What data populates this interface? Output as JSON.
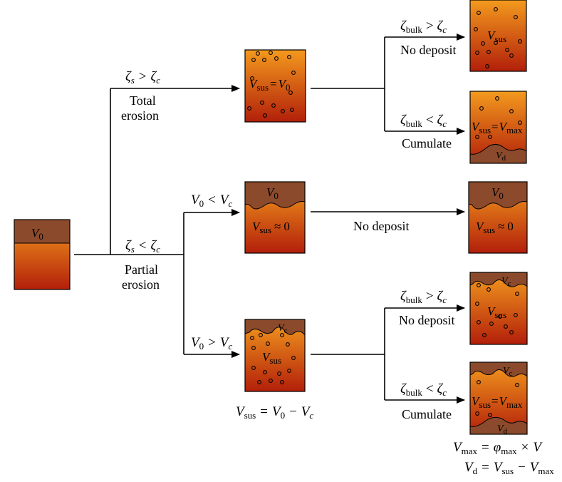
{
  "colors": {
    "fluid_top": "#f39a1e",
    "fluid_bottom": "#b21f0a",
    "bed": "#8b4a2b",
    "outline": "#000000",
    "line": "#000000"
  },
  "branches": {
    "total": {
      "condition": {
        "zeta": "ζ",
        "sub": "s",
        "op": ">",
        "sub2": "c"
      },
      "label_line1": "Total",
      "label_line2": "erosion"
    },
    "partial": {
      "condition": {
        "zeta": "ζ",
        "sub": "s",
        "op": "<",
        "sub2": "c"
      },
      "label_line1": "Partial",
      "label_line2": "erosion"
    },
    "v0_less": {
      "v": "V",
      "sub": "0",
      "op": "<",
      "sub2": "c"
    },
    "v0_greater": {
      "v": "V",
      "sub": "0",
      "op": ">",
      "sub2": "c"
    }
  },
  "outcomes": {
    "no_deposit_top": {
      "zeta": "ζ",
      "sub": "bulk",
      "op": ">",
      "sub2": "c",
      "label": "No deposit"
    },
    "cumulate_top": {
      "zeta": "ζ",
      "sub": "bulk",
      "op": "<",
      "sub2": "c",
      "label": "Cumulate"
    },
    "no_deposit_middle": {
      "label": "No deposit"
    },
    "no_deposit_bottom": {
      "zeta": "ζ",
      "sub": "bulk",
      "op": ">",
      "sub2": "c",
      "label": "No deposit"
    },
    "cumulate_bottom": {
      "zeta": "ζ",
      "sub": "bulk",
      "op": "<",
      "sub2": "c",
      "label": "Cumulate"
    }
  },
  "boxes": {
    "initial": {
      "v": "V",
      "sub": "0"
    },
    "total": {
      "v": "V",
      "sub": "sus",
      "eq": "=",
      "v2": "V",
      "sub2": "0"
    },
    "total_no_deposit": {
      "v": "V",
      "sub": "sus"
    },
    "total_cumulate": {
      "v": "V",
      "sub": "sus",
      "eq": "=",
      "v2": "V",
      "sub2": "max",
      "dep_v": "V",
      "dep_sub": "d"
    },
    "partial_less": {
      "v_top": "V",
      "sub_top": "0",
      "v": "V",
      "sub": "sus",
      "eq": "≈",
      "val": "0"
    },
    "partial_less_result": {
      "v_top": "V",
      "sub_top": "0",
      "v": "V",
      "sub": "sus",
      "eq": "≈",
      "val": "0"
    },
    "partial_greater": {
      "v_top": "V",
      "sub_top": "c",
      "v": "V",
      "sub": "sus"
    },
    "partial_greater_no_deposit": {
      "v_top": "V",
      "sub_top": "c",
      "v": "V",
      "sub": "sus"
    },
    "partial_greater_cumulate": {
      "v_top": "V",
      "sub_top": "c",
      "v": "V",
      "sub": "sus",
      "eq": "=",
      "v2": "V",
      "sub2": "max",
      "dep_v": "V",
      "dep_sub": "d"
    }
  },
  "equations": {
    "vsus": {
      "v": "V",
      "sub": "sus",
      "eq": "=",
      "v2": "V",
      "sub2": "0",
      "minus": "−",
      "v3": "V",
      "sub3": "c"
    },
    "vmax": {
      "v": "V",
      "sub": "max",
      "eq": "=",
      "phi": "φ",
      "phi_sub": "max",
      "times": "×",
      "v2": "V"
    },
    "vd": {
      "v": "V",
      "sub": "d",
      "eq": "=",
      "v2": "V",
      "sub2": "sus",
      "minus": "−",
      "v3": "V",
      "sub3": "max"
    }
  }
}
